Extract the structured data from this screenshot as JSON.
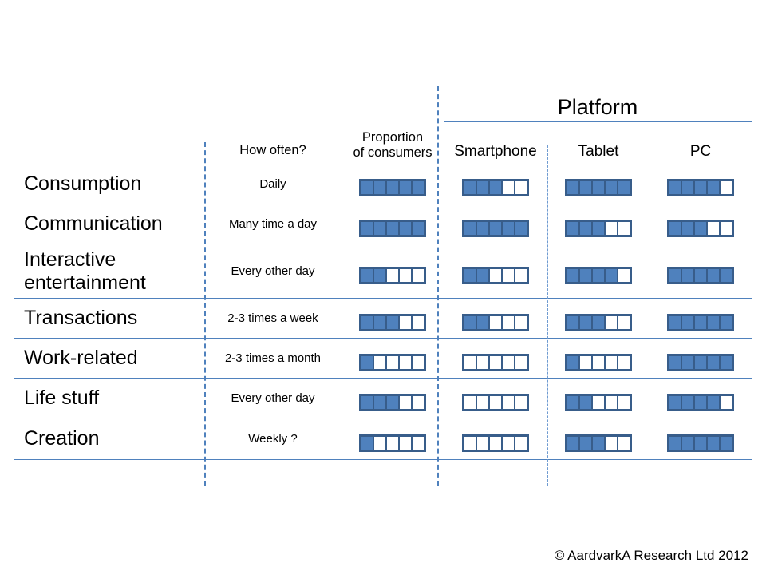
{
  "header": {
    "platform_label": "Platform",
    "how_often_label": "How often?",
    "proportion_line1": "Proportion",
    "proportion_line2": "of consumers",
    "platforms": [
      "Smartphone",
      "Tablet",
      "PC"
    ]
  },
  "footer": {
    "copyright": "© AardvarkA Research  Ltd 2012"
  },
  "colors": {
    "meter_fill": "#4f81bd",
    "meter_border": "#385d8a",
    "rule": "#4f81bd",
    "text": "#000000",
    "background": "#ffffff"
  },
  "scale": {
    "max": 5,
    "segments": 5
  },
  "rows": [
    {
      "activity": "Consumption",
      "how_often": "Daily",
      "proportion": 5,
      "smartphone": 3,
      "tablet": 5,
      "pc": 4
    },
    {
      "activity": "Communication",
      "how_often": "Many time a day",
      "proportion": 5,
      "smartphone": 5,
      "tablet": 3,
      "pc": 3
    },
    {
      "activity": "Interactive entertainment",
      "how_often": "Every other day",
      "proportion": 2,
      "smartphone": 2,
      "tablet": 4,
      "pc": 5
    },
    {
      "activity": "Transactions",
      "how_often": "2-3 times a week",
      "proportion": 3,
      "smartphone": 2,
      "tablet": 3,
      "pc": 5
    },
    {
      "activity": "Work-related",
      "how_often": "2-3 times a month",
      "proportion": 1,
      "smartphone": 0,
      "tablet": 1,
      "pc": 5
    },
    {
      "activity": "Life stuff",
      "how_often": "Every other day",
      "proportion": 3,
      "smartphone": 0,
      "tablet": 2,
      "pc": 4
    },
    {
      "activity": "Creation",
      "how_often": "Weekly ?",
      "proportion": 1,
      "smartphone": 0,
      "tablet": 3,
      "pc": 5
    }
  ],
  "chart_data": {
    "type": "table",
    "title": "Platform",
    "xlabel": "",
    "ylabel": "",
    "categories": [
      "Consumption",
      "Communication",
      "Interactive entertainment",
      "Transactions",
      "Work-related",
      "Life stuff",
      "Creation"
    ],
    "scale_max": 5,
    "series": [
      {
        "name": "Proportion of consumers",
        "values": [
          5,
          5,
          2,
          3,
          1,
          3,
          1
        ]
      },
      {
        "name": "Smartphone",
        "values": [
          3,
          5,
          2,
          2,
          0,
          0,
          0
        ]
      },
      {
        "name": "Tablet",
        "values": [
          5,
          3,
          4,
          3,
          1,
          2,
          3
        ]
      },
      {
        "name": "PC",
        "values": [
          4,
          3,
          5,
          5,
          5,
          4,
          5
        ]
      }
    ],
    "annotations": [
      "Daily",
      "Many time a day",
      "Every other day",
      "2-3 times a week",
      "2-3 times a month",
      "Every other day",
      "Weekly ?"
    ],
    "legend": "none",
    "grid": true
  }
}
